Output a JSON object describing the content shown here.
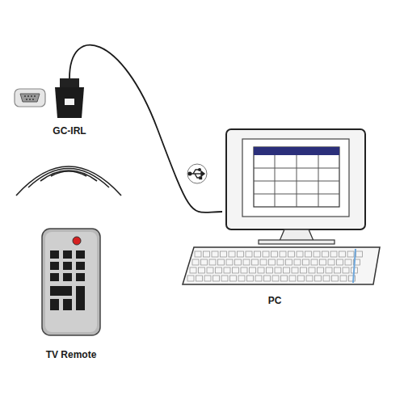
{
  "diagram": {
    "nodes": [
      {
        "text": [
          "GC-IRL"
        ]
      },
      {
        "text": [
          "PC"
        ]
      },
      {
        "text": [
          "TV Remote"
        ]
      }
    ],
    "edges": [
      {
        "from": 0,
        "to": 1,
        "arrow": "none"
      }
    ]
  }
}
